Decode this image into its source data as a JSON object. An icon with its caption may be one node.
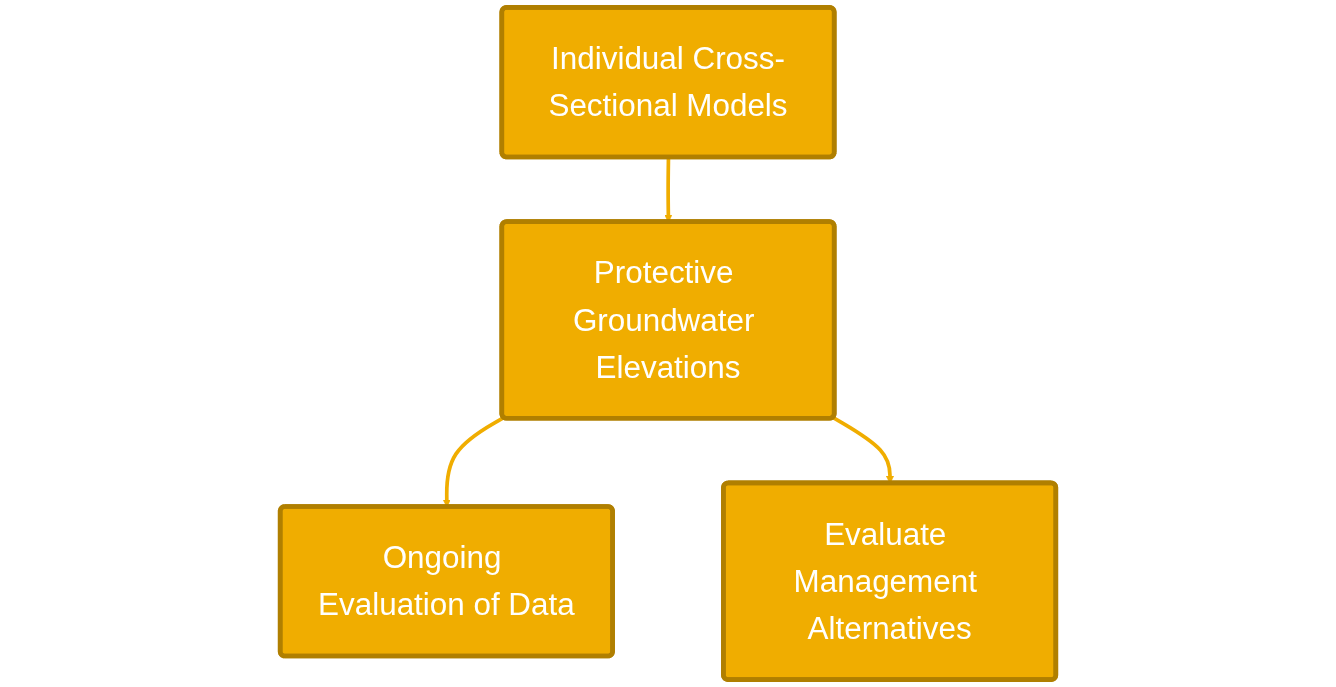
{
  "diagram": {
    "nodes": [
      {
        "text": [
          "Individual Cross-Sectional Models"
        ]
      },
      {
        "text": [
          "Protective Groundwater Elevations"
        ]
      },
      {
        "text": [
          "Ongoing Evaluation of Data"
        ]
      },
      {
        "text": [
          "Evaluate Management Alternatives"
        ]
      }
    ],
    "edges": [
      {
        "from": 0,
        "to": 1,
        "arrow": "to"
      },
      {
        "from": 1,
        "to": 2,
        "arrow": "to"
      },
      {
        "from": 1,
        "to": 3,
        "arrow": "to"
      }
    ]
  }
}
